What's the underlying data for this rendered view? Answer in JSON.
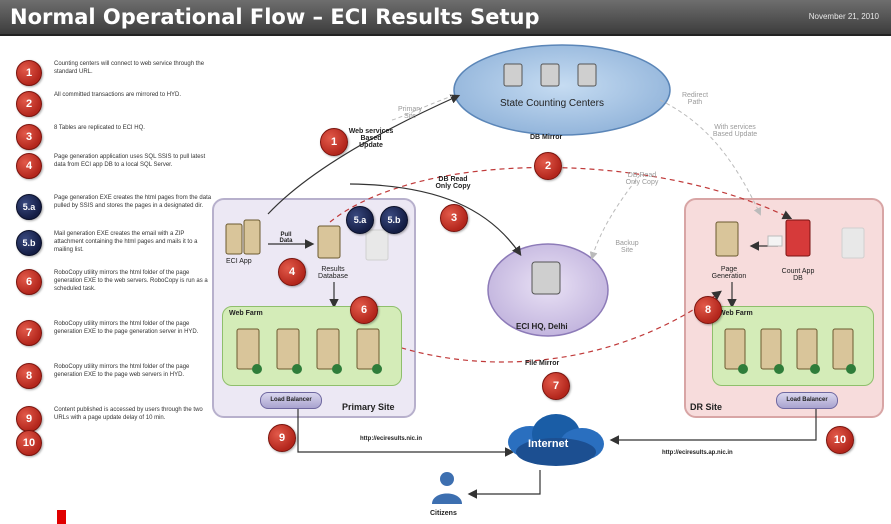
{
  "header": {
    "title": "Normal Operational Flow – ECI Results Setup",
    "date": "November 21, 2010"
  },
  "steps": [
    {
      "num": "1",
      "text": "Counting centers will connect to web service through the standard URL."
    },
    {
      "num": "2",
      "text": "All committed transactions are mirrored to HYD."
    },
    {
      "num": "3",
      "text": "8 Tables are replicated to ECI HQ."
    },
    {
      "num": "4",
      "text": "Page generation application uses SQL SSIS to pull latest data from ECI app DB to a local SQL Server."
    },
    {
      "num": "5.a",
      "text": "Page generation EXE creates the html pages from the data pulled by SSIS and stores the pages in a designated dir."
    },
    {
      "num": "5.b",
      "text": "Mail generation EXE creates the email with a ZIP attachment containing the html pages and mails it to a mailing list."
    },
    {
      "num": "6",
      "text": "RoboCopy utility mirrors the html folder of the page generation EXE to the web servers. RoboCopy is run as a scheduled task."
    },
    {
      "num": "7",
      "text": "RoboCopy utility mirrors the html folder of the page generation EXE to the page generation server in HYD."
    },
    {
      "num": "8",
      "text": "RoboCopy utility mirrors the html folder of the page generation EXE to the page web servers in HYD."
    },
    {
      "num": "9",
      "text": "Content published is accessed by users through the two URLs with a page update delay of 10 min."
    },
    {
      "num": "10",
      "text": ""
    }
  ],
  "diagram": {
    "state_counting_centers": "State Counting Centers",
    "primary_site_arrow": "Primary Site",
    "web_services_update": "Web services Based Update",
    "db_mirror": "DB Mirror",
    "redirect_path": "Redirect Path",
    "web_services_update_right": "With services Based Update",
    "db_read_only_copy": "DB Read Only Copy",
    "db_read_only_copy_right": "DB Read Only Copy",
    "backup_site": "Backup Site",
    "eci_app": "ECI App",
    "pull_data": "Pull Data",
    "results_database": "Results Database",
    "web_farm": "Web Farm",
    "web_farm_dr": "Web Farm",
    "load_balancer": "Load Balancer",
    "load_balancer_dr": "Load Balancer",
    "primary_site": "Primary Site",
    "dr_site": "DR Site",
    "eci_hq": "ECI HQ, Delhi",
    "file_mirror": "File Mirror",
    "page_generation": "Page Generation",
    "count_app_db": "Count App DB",
    "internet": "Internet",
    "url_primary": "http://eciresults.nic.in",
    "url_dr": "http://eciresults.ap.nic.in",
    "citizens": "Citizens"
  },
  "colors": {
    "badge_red": "#c0392b",
    "badge_navy": "#1f2a5c",
    "primary_zone": "#ece8f4",
    "dr_zone": "#f7dcdc",
    "web_farm": "#d4ecb8",
    "cloud": "#1a5da6"
  }
}
